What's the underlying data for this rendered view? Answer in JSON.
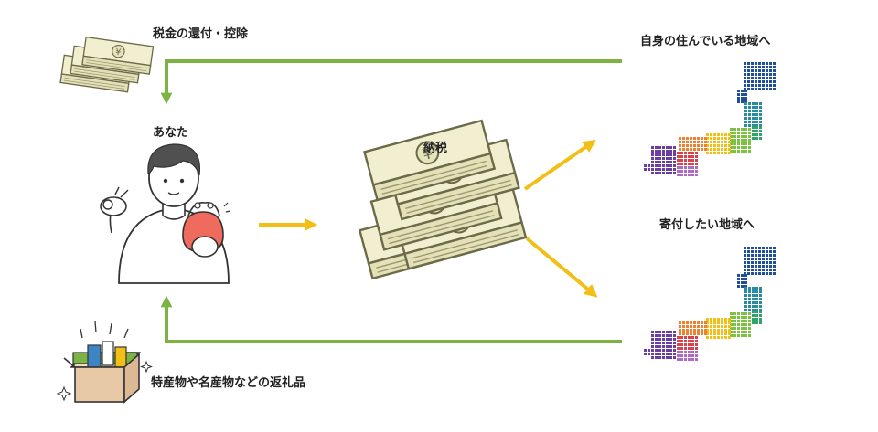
{
  "labels": {
    "tax_refund": "税金の還付・控除",
    "you": "あなた",
    "tax_payment": "納税",
    "home_region": "自身の住んでいる地域へ",
    "donate_region": "寄付したい地域へ",
    "gifts": "特産物や名産物などの返礼品"
  },
  "icons": {
    "money_small": "yen-bills-stack-icon",
    "person": "person-with-coin-purse-icon",
    "money_large": "yen-bills-stack-icon",
    "map_home": "japan-map-icon",
    "map_donate": "japan-map-icon",
    "gift_box": "gift-box-icon"
  },
  "colors": {
    "green_arrow": "#7cb342",
    "yellow_arrow": "#f2bf16",
    "bill_fill": "#f1efcf",
    "bill_stroke": "#6b6b4a",
    "purse": "#ee6b5e",
    "hair": "#505050",
    "box": "#e8c9a5"
  }
}
